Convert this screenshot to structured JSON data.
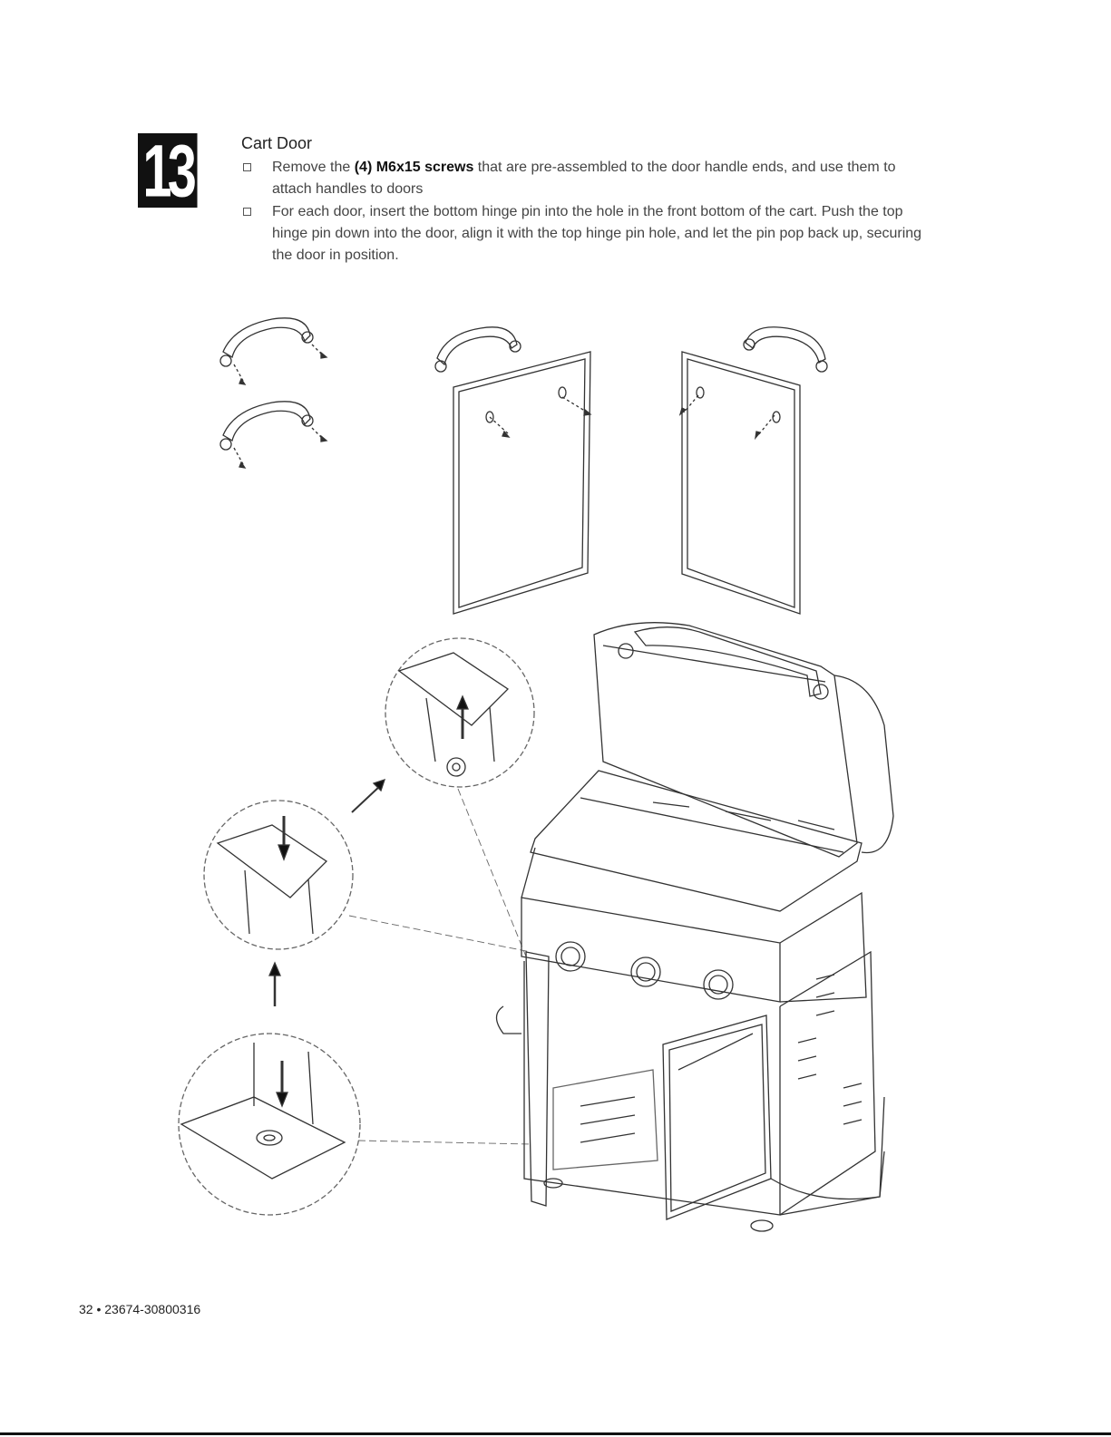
{
  "step": {
    "number": "13",
    "title": "Cart Door",
    "items": [
      {
        "before": "Remove the ",
        "bold": "(4) M6x15 screws",
        "after": " that are pre-assembled to the door handle ends, and use them to attach handles to doors"
      },
      {
        "before": "For each door, insert the bottom hinge pin into the hole in the front bottom of the cart. Push the top hinge pin down into the door, align it with the top hinge pin hole, and let the pin pop back up, securing the door in position.",
        "bold": "",
        "after": ""
      }
    ]
  },
  "footer": {
    "page_ref": "32 • 23674-30800316"
  },
  "diagram": {
    "icons": [
      "door-handle-icon",
      "screw-icon",
      "cart-door-icon",
      "hinge-detail-icon",
      "grill-icon",
      "up-arrow-icon"
    ]
  }
}
